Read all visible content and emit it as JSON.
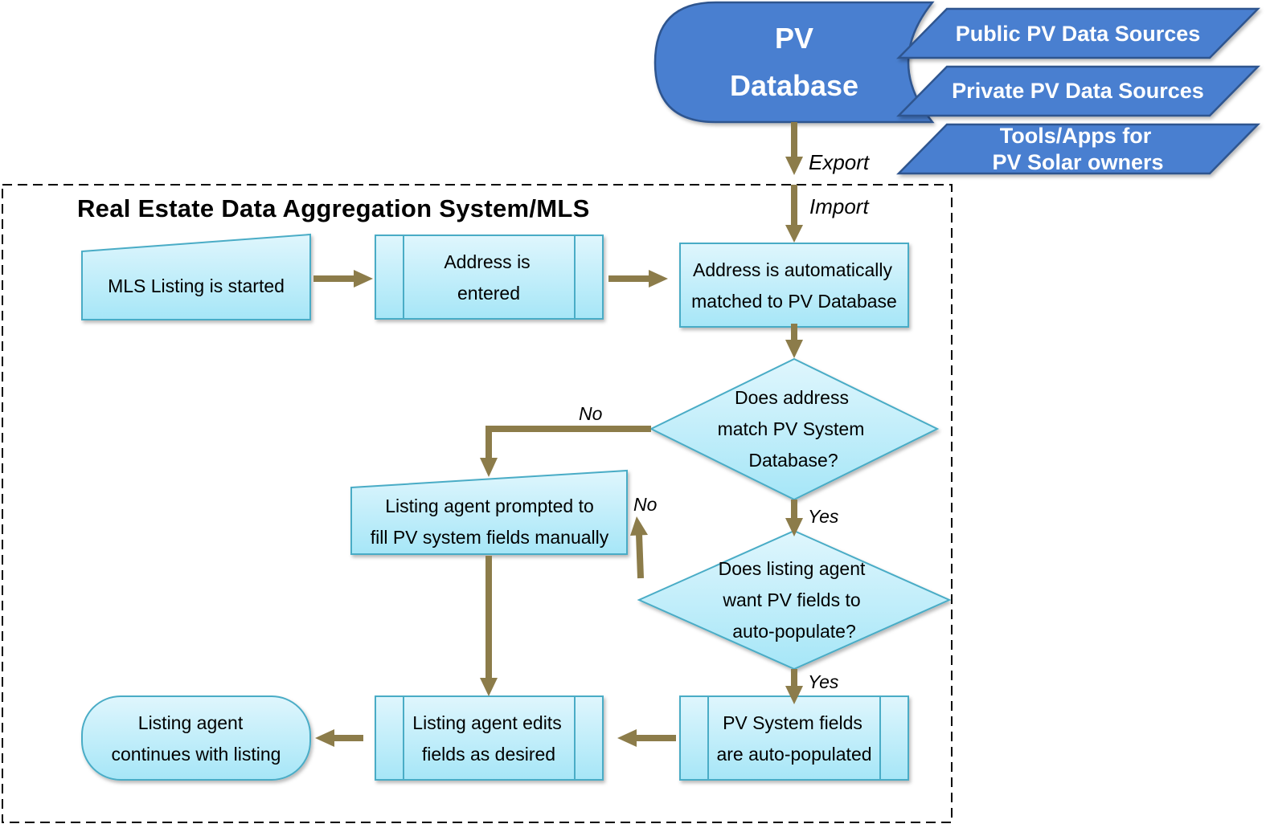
{
  "database": {
    "line1": "PV",
    "line2": "Database"
  },
  "sources": [
    {
      "line1": "Public PV Data Sources"
    },
    {
      "line1": "Private PV Data Sources"
    },
    {
      "line1": "Tools/Apps for",
      "line2": "PV Solar owners"
    }
  ],
  "system_title": "Real Estate Data Aggregation  System/MLS",
  "nodes": {
    "mls_started": "MLS Listing is started",
    "address_entered": [
      "Address is",
      "entered"
    ],
    "auto_matched": [
      "Address is automatically",
      "matched to PV Database"
    ],
    "decision_match": [
      "Does address",
      "match PV System",
      "Database?"
    ],
    "decision_autopop": [
      "Does listing agent",
      "want  PV fields to",
      "auto-populate?"
    ],
    "manual_prompt": [
      "Listing agent prompted to",
      "fill PV system fields  manually"
    ],
    "auto_populated": [
      "PV System fields",
      "are auto-populated"
    ],
    "agent_edits": [
      "Listing agent edits",
      "fields as desired"
    ],
    "continues": [
      "Listing agent",
      "continues with listing"
    ]
  },
  "edge_labels": {
    "export": "Export",
    "import": "Import",
    "no_match": "No",
    "no_autopop": "No",
    "yes_match": "Yes",
    "yes_autopop": "Yes"
  },
  "colors": {
    "node_fill_top": "#dff6fd",
    "node_fill_bottom": "#a6e6f7",
    "node_border": "#4aacc6",
    "database_fill": "#4a7fd0",
    "arrow": "#8c7c4a"
  }
}
